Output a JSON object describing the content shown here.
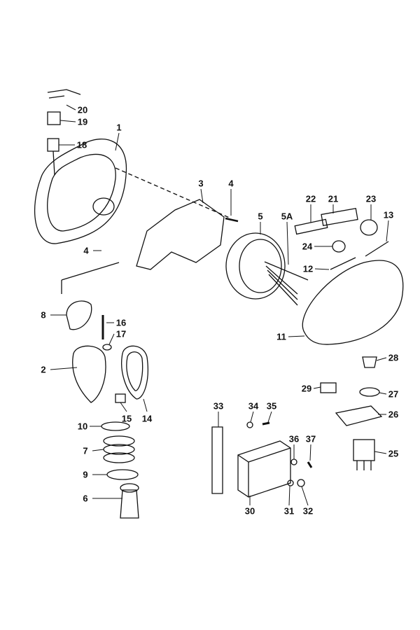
{
  "diagram": {
    "labels": [
      {
        "id": "l20",
        "text": "20"
      },
      {
        "id": "l19",
        "text": "19"
      },
      {
        "id": "l18",
        "text": "18"
      },
      {
        "id": "l1",
        "text": "1"
      },
      {
        "id": "l3",
        "text": "3"
      },
      {
        "id": "l4a",
        "text": "4"
      },
      {
        "id": "l5",
        "text": "5"
      },
      {
        "id": "l5a",
        "text": "5A"
      },
      {
        "id": "l22",
        "text": "22"
      },
      {
        "id": "l21",
        "text": "21"
      },
      {
        "id": "l23",
        "text": "23"
      },
      {
        "id": "l13",
        "text": "13"
      },
      {
        "id": "l24",
        "text": "24"
      },
      {
        "id": "l12",
        "text": "12"
      },
      {
        "id": "l4b",
        "text": "4"
      },
      {
        "id": "l8",
        "text": "8"
      },
      {
        "id": "l16",
        "text": "16"
      },
      {
        "id": "l17",
        "text": "17"
      },
      {
        "id": "l11",
        "text": "11"
      },
      {
        "id": "l2",
        "text": "2"
      },
      {
        "id": "l15",
        "text": "15"
      },
      {
        "id": "l14",
        "text": "14"
      },
      {
        "id": "l28",
        "text": "28"
      },
      {
        "id": "l27",
        "text": "27"
      },
      {
        "id": "l29",
        "text": "29"
      },
      {
        "id": "l26",
        "text": "26"
      },
      {
        "id": "l25",
        "text": "25"
      },
      {
        "id": "l33",
        "text": "33"
      },
      {
        "id": "l34",
        "text": "34"
      },
      {
        "id": "l35",
        "text": "35"
      },
      {
        "id": "l36",
        "text": "36"
      },
      {
        "id": "l37",
        "text": "37"
      },
      {
        "id": "l10",
        "text": "10"
      },
      {
        "id": "l7",
        "text": "7"
      },
      {
        "id": "l9",
        "text": "9"
      },
      {
        "id": "l6",
        "text": "6"
      },
      {
        "id": "l30",
        "text": "30"
      },
      {
        "id": "l31",
        "text": "31"
      },
      {
        "id": "l32",
        "text": "32"
      }
    ]
  }
}
